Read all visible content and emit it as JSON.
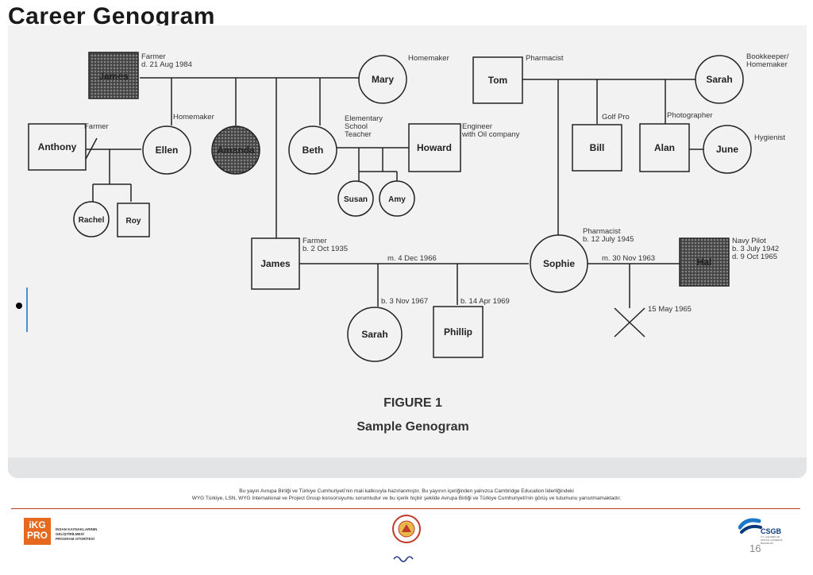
{
  "slide": {
    "title": "Career Genogram"
  },
  "genogram": {
    "people": [
      {
        "name": "James",
        "note": "Farmer\nd. 21 Aug 1984"
      },
      {
        "name": "Mary",
        "note": "Homemaker"
      },
      {
        "name": "Tom",
        "note": "Pharmacist"
      },
      {
        "name": "Sarah",
        "note": "Bookkeeper/\nHomemaker"
      },
      {
        "name": "Anthony",
        "note": "Farmer"
      },
      {
        "name": "Ellen",
        "note": "Homemaker"
      },
      {
        "name": "Amanda",
        "note": ""
      },
      {
        "name": "Beth",
        "note": "Elementary\nSchool\nTeacher"
      },
      {
        "name": "Howard",
        "note": "Engineer\nwith Oil company"
      },
      {
        "name": "Bill",
        "note": "Golf Pro"
      },
      {
        "name": "Alan",
        "note": "Photographer"
      },
      {
        "name": "June",
        "note": "Hygienist"
      },
      {
        "name": "Susan",
        "note": ""
      },
      {
        "name": "Amy",
        "note": ""
      },
      {
        "name": "Rachel",
        "note": ""
      },
      {
        "name": "Roy",
        "note": ""
      },
      {
        "name": "James",
        "note": "Farmer\nb. 2 Oct 1935"
      },
      {
        "name": "Sophie",
        "note": "Pharmacist\nb. 12 July 1945"
      },
      {
        "name": "Hal",
        "note": "Navy Pilot\nb. 3 July 1942\nd. 9 Oct 1965"
      },
      {
        "name": "Sarah",
        "note": "b. 3 Nov 1967"
      },
      {
        "name": "Phillip",
        "note": "b. 14 Apr 1969"
      }
    ],
    "events": {
      "marriage1": "m. 4 Dec 1966",
      "marriage2": "m. 30 Nov 1963",
      "death_child": "15 May 1965"
    },
    "figure_label": "FIGURE 1",
    "figure_caption": "Sample Genogram"
  },
  "footer": {
    "line1": "Bu yayın Avrupa Birliği ve Türkiye Cumhuriyeti'nin mali katkısıyla hazırlanmıştır. Bu yayının içeriğinden yalnızca Cambridge Education liderliğindeki",
    "line2": "WYG Türkiye, LSN, WYG International ve Project Group konsorsiyumu sorumludur ve bu içerik hiçbir şekilde Avrupa Birliği ve Türkiye Cumhuriyeti'nin görüş ve tutumunu yansıtmamaktadır.",
    "logo_left_top": "iKG",
    "logo_left_bottom": "PRO",
    "logo_left_text": "İNSAN KAYNAKLARININ\nGELİŞTİRİLMESİ\nPROGRAM OTORİTESİ",
    "logo_right_label": "CSGB",
    "logo_right_sub": "T.C. ÇALIŞMA VE\nSOSYAL GÜVENLİK\nBAKANLIĞI",
    "page_number": "16",
    "colors": {
      "rule": "#c0392b",
      "ikg": "#e56a1f",
      "csgb": "#0a3a7a"
    }
  }
}
